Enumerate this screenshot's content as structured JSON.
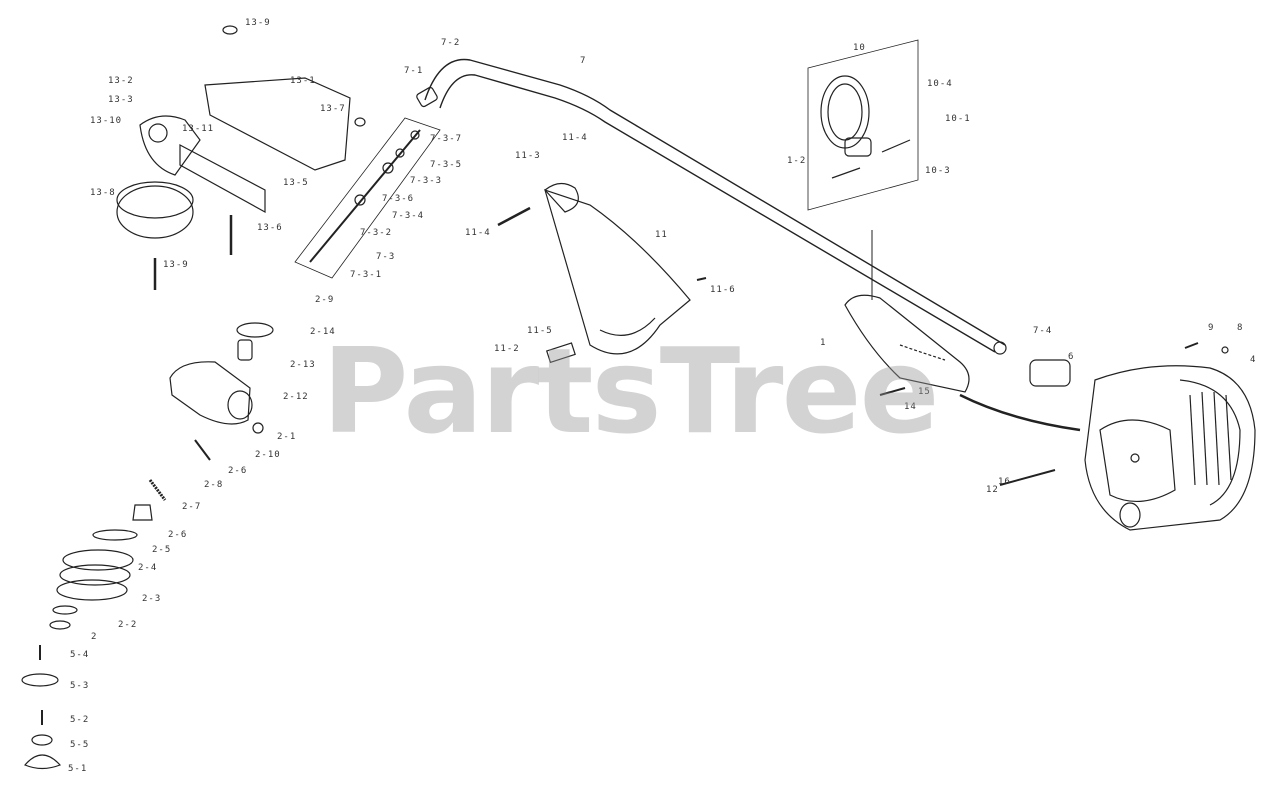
{
  "watermark": "PartsTree",
  "labels": {
    "l_13_g": "13-9",
    "l_13_1": "13-1",
    "l_13_2": "13-2",
    "l_13_3": "13-3",
    "l_13_10": "13-10",
    "l_13_11": "13-11",
    "l_13_7": "13-7",
    "l_13_5": "13-5",
    "l_13_8": "13-8",
    "l_13_6": "13-6",
    "l_13_9b": "13-9",
    "l_7_2": "7-2",
    "l_7_1": "7-1",
    "l_7": "7",
    "l_7_3_7": "7-3-7",
    "l_7_3_5": "7-3-5",
    "l_7_3_3": "7-3-3",
    "l_7_3_6": "7-3-6",
    "l_7_3_4": "7-3-4",
    "l_7_3_2": "7-3-2",
    "l_7_3": "7-3",
    "l_7_3_1": "7-3-1",
    "l_10": "10",
    "l_10_4": "10-4",
    "l_10_1": "10-1",
    "l_10_3": "10-3",
    "l_1_2": "1-2",
    "l_11_4": "11-4",
    "l_11_3": "11-3",
    "l_11": "11",
    "l_11_4b": "11-4",
    "l_11_6": "11-6",
    "l_11_5": "11-5",
    "l_11_2": "11-2",
    "l_2_9": "2-9",
    "l_2_14": "2-14",
    "l_2_13": "2-13",
    "l_2_12": "2-12",
    "l_2_1": "2-1",
    "l_2_10": "2-10",
    "l_2_6": "2-6",
    "l_2_8": "2-8",
    "l_2_7": "2-7",
    "l_2_6b": "2-6",
    "l_2_5": "2-5",
    "l_2_4": "2-4",
    "l_2_3": "2-3",
    "l_2_2": "2-2",
    "l_2": "2",
    "l_5_4": "5-4",
    "l_5_3": "5-3",
    "l_5_2": "5-2",
    "l_5_5": "5-5",
    "l_5_1": "5-1",
    "l_1": "1",
    "l_6": "6",
    "l_7_4": "7-4",
    "l_9": "9",
    "l_8": "8",
    "l_4": "4",
    "l_14": "14",
    "l_15": "15",
    "l_12": "12",
    "l_16": "16"
  }
}
